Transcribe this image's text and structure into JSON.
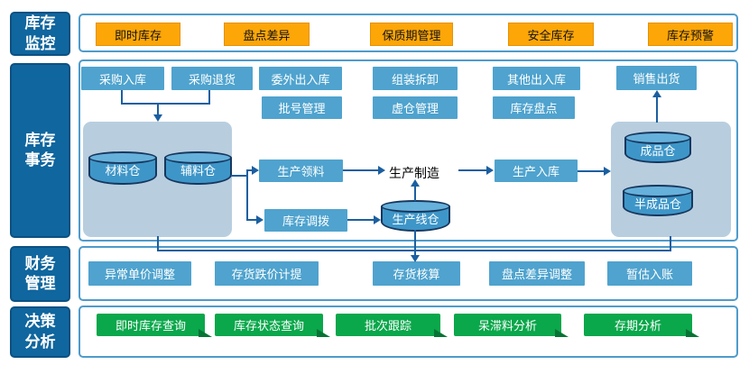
{
  "sidebar": {
    "monitor": "库存监控",
    "transactions": "库存事务",
    "finance": "财务管理",
    "decision": "决策分析"
  },
  "monitor": {
    "buttons": [
      "即时库存",
      "盘点差异",
      "保质期管理",
      "安全库存",
      "库存预警"
    ]
  },
  "transactions": {
    "row1": [
      "采购入库",
      "采购退货",
      "委外出入库",
      "组装拆卸",
      "其他出入库",
      "销售出货"
    ],
    "row2": [
      "批号管理",
      "虚仓管理",
      "库存盘点"
    ],
    "flow": {
      "production_picking": "生产领料",
      "manufacturing": "生产制造",
      "production_inbound": "生产入库",
      "stock_transfer": "库存调拨"
    },
    "warehouses": {
      "material": "材料仓",
      "auxiliary": "辅料仓",
      "production_line": "生产线仓",
      "finished": "成品仓",
      "semi_finished": "半成品仓"
    }
  },
  "finance": {
    "buttons": [
      "异常单价调整",
      "存货跌价计提",
      "存货核算",
      "盘点差异调整",
      "暂估入账"
    ]
  },
  "decision": {
    "buttons": [
      "即时库存查询",
      "库存状态查询",
      "批次跟踪",
      "呆滞料分析",
      "存期分析"
    ]
  },
  "colors": {
    "sidebar_blue": "#10669E",
    "frame_border": "#4E9BCB",
    "orange": "#FCA608",
    "button_blue": "#4FA3CE",
    "panel_blue": "#B8CEDF",
    "cylinder_blue": "#3E96C8",
    "green": "#0AA74B",
    "connector": "#1B5FA0"
  }
}
